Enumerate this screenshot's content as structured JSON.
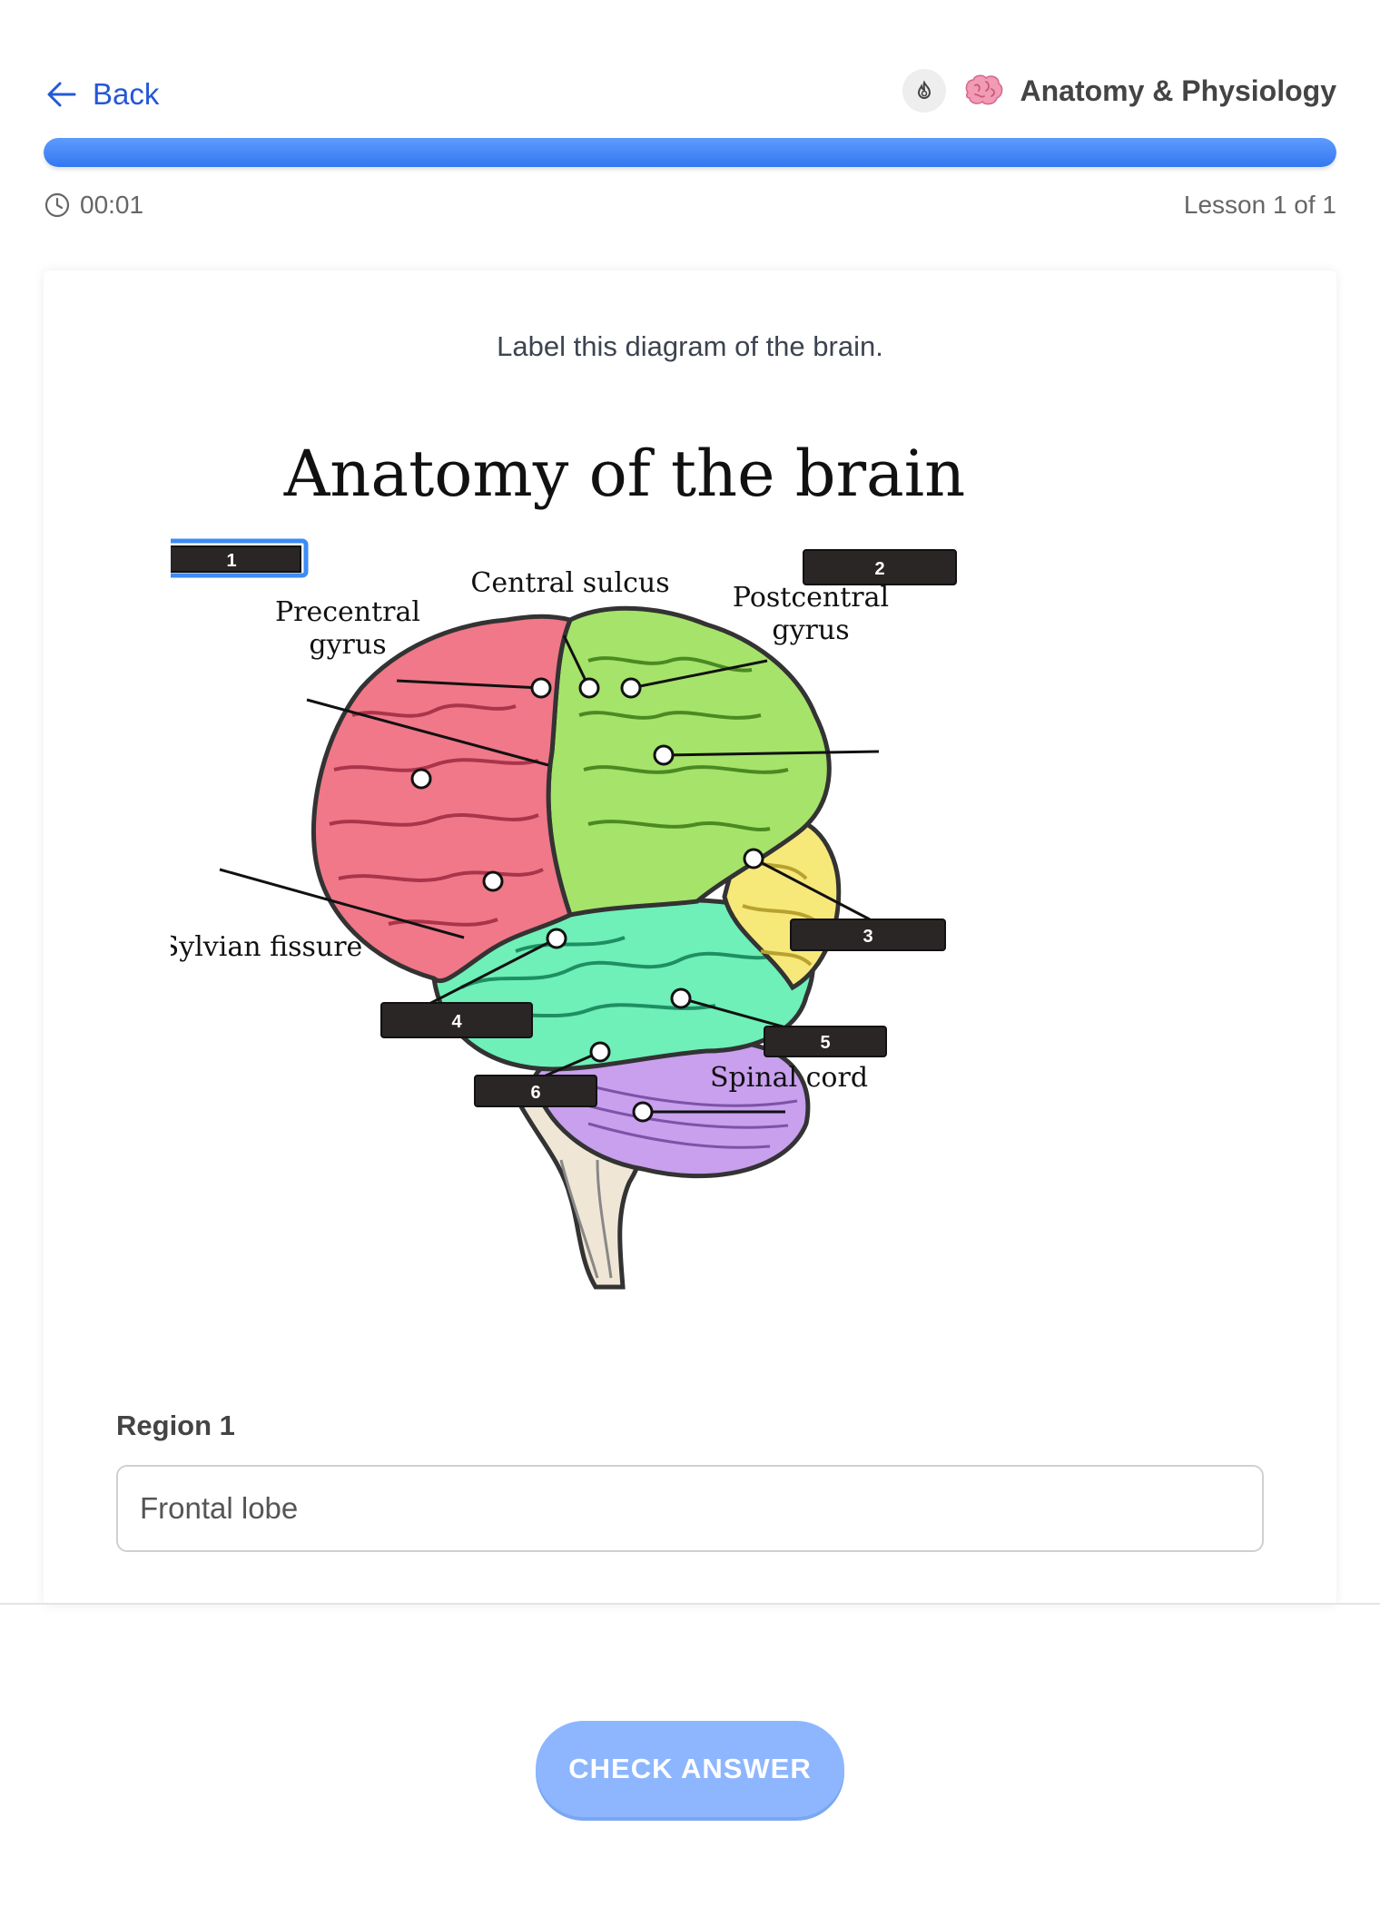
{
  "header": {
    "back_label": "Back",
    "course_title": "Anatomy & Physiology",
    "icons": [
      "arrow-left-icon",
      "streak-icon",
      "brain-icon"
    ]
  },
  "progress": {
    "value": 1.0,
    "color": "#3377f0"
  },
  "timer": {
    "time": "00:01",
    "icon": "clock-icon"
  },
  "lesson": {
    "counter": "Lesson 1 of 1"
  },
  "question": {
    "prompt": "Label this diagram of the brain.",
    "diagram": {
      "title": "Anatomy of the brain",
      "labels": {
        "precentral_line1": "Precentral",
        "precentral_line2": "gyrus",
        "central_sulcus": "Central sulcus",
        "postcentral_line1": "Postcentral",
        "postcentral_line2": "gyrus",
        "sylvian_fissure": "Sylvian fissure",
        "spinal_cord": "Spinal cord"
      },
      "blanks": [
        "1",
        "2",
        "3",
        "4",
        "5",
        "6"
      ],
      "active_blank": "1",
      "colors": {
        "frontal": "#f07888",
        "parietal": "#a6e36a",
        "occipital": "#f7e87a",
        "temporal": "#6ef0b8",
        "cerebellum": "#c8a0ee",
        "brainstem": "#efe6d6",
        "outline": "#333333",
        "blank_box": "#2a2626",
        "active_border": "#3d8bf5"
      }
    }
  },
  "answer": {
    "region_label": "Region 1",
    "input_value": "Frontal lobe"
  },
  "footer": {
    "check_label": "CHECK ANSWER",
    "button_color": "#8db6ff"
  }
}
